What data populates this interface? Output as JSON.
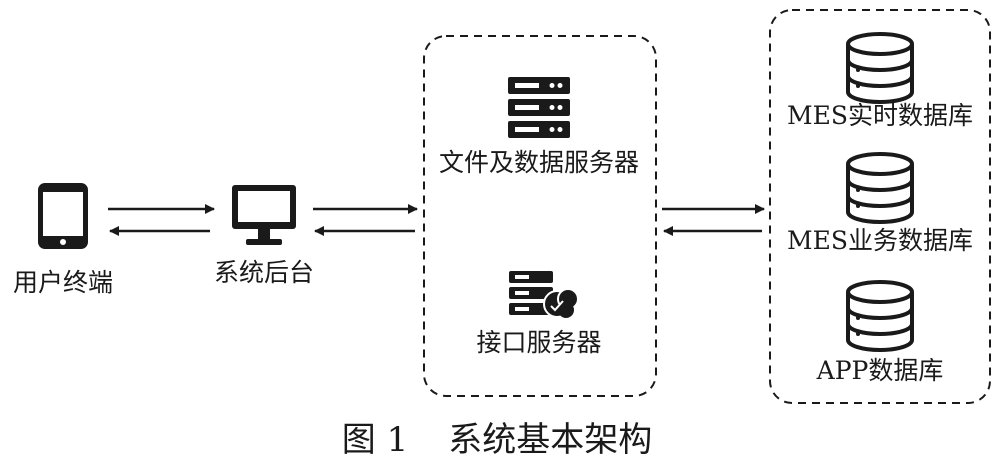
{
  "nodes": {
    "user_terminal": "用户终端",
    "backend": "系统后台",
    "file_data_server": "文件及数据服务器",
    "interface_server": "接口服务器",
    "mes_realtime_db": "MES实时数据库",
    "mes_business_db": "MES业务数据库",
    "app_db": "APP数据库"
  },
  "icons": {
    "user_terminal": "smartphone-icon",
    "backend": "monitor-icon",
    "file_data_server": "server-rack-icon",
    "interface_server": "server-cloud-icon",
    "databases": "database-cylinder-icon"
  },
  "caption": {
    "number": "图 1",
    "title": "系统基本架构"
  },
  "colors": {
    "ink": "#1a1a1a",
    "background": "#ffffff"
  }
}
